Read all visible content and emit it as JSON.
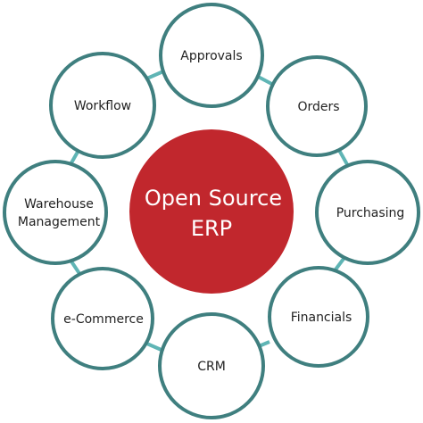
{
  "diagram": {
    "center": {
      "label_line1": "Open Source",
      "label_line2": "ERP"
    },
    "nodes": [
      {
        "label": "Approvals"
      },
      {
        "label": "Orders"
      },
      {
        "label": "Purchasing"
      },
      {
        "label": "Financials"
      },
      {
        "label": "CRM"
      },
      {
        "label": "e-Commerce"
      },
      {
        "label_line1": "Warehouse",
        "label_line2": "Management"
      },
      {
        "label": "Workflow"
      }
    ]
  },
  "colors": {
    "center_fill": "#c1272d",
    "node_ring": "#3f7f7f",
    "connector": "#5fb5b5"
  }
}
